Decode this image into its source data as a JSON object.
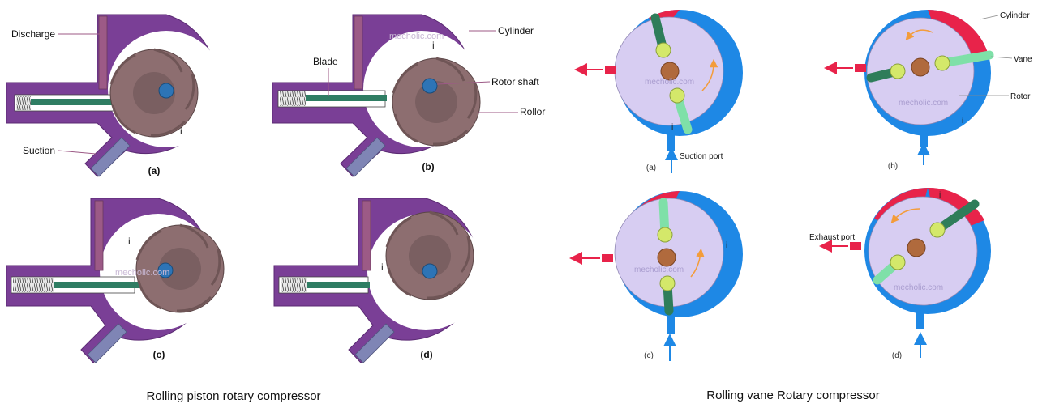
{
  "left_figure": {
    "title": "Rolling piston rotary compressor",
    "labels": {
      "discharge": "Discharge",
      "suction": "Suction",
      "blade": "Blade",
      "cylinder": "Cylinder",
      "rotor_shaft": "Rotor shaft",
      "rollor": "Rollor"
    },
    "panels": [
      "(a)",
      "(b)",
      "(c)",
      "(d)"
    ],
    "marker": "i",
    "watermark": "mecholic.com"
  },
  "right_figure": {
    "title": "Rolling vane Rotary compressor",
    "labels": {
      "suction_port": "Suction port",
      "cylinder": "Cylinder",
      "vane": "Vane",
      "rotor": "Rotor",
      "exhaust_port": "Exhaust port"
    },
    "panels": [
      "(a)",
      "(b)",
      "(c)",
      "(d)"
    ],
    "marker": "i",
    "watermark": "mecholic.com"
  },
  "colors": {
    "housing": "#7a3f96",
    "housing_dark": "#5b2a73",
    "roller": "#8d6e70",
    "shaft": "#2d74b6",
    "rod": "#2f7d63",
    "discharge_pipe": "#9c5a86",
    "suction_pipe": "#7f85b5",
    "rv_blue": "#1e88e5",
    "rv_red": "#e8234a",
    "rv_rotor": "#d7cdf2",
    "rv_vane": "#7fe0a8",
    "rv_vane_dark": "#2e7d5a",
    "arrow_orange": "#f39c3a"
  }
}
